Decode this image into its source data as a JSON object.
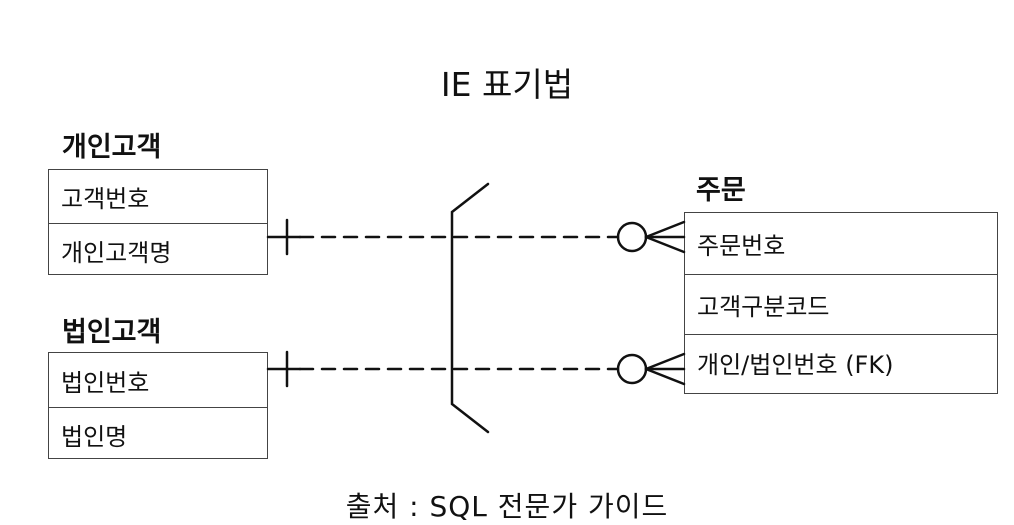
{
  "title": "IE 표기법",
  "entities": {
    "personal": {
      "name": "개인고객",
      "attributes": [
        "고객번호",
        "개인고객명"
      ]
    },
    "corporate": {
      "name": "법인고객",
      "attributes": [
        "법인번호",
        "법인명"
      ]
    },
    "order": {
      "name": "주문",
      "attributes": [
        "주문번호",
        "고객구분코드",
        "개인/법인번호 (FK)"
      ]
    }
  },
  "caption": "출처 : SQL 전문가 가이드"
}
